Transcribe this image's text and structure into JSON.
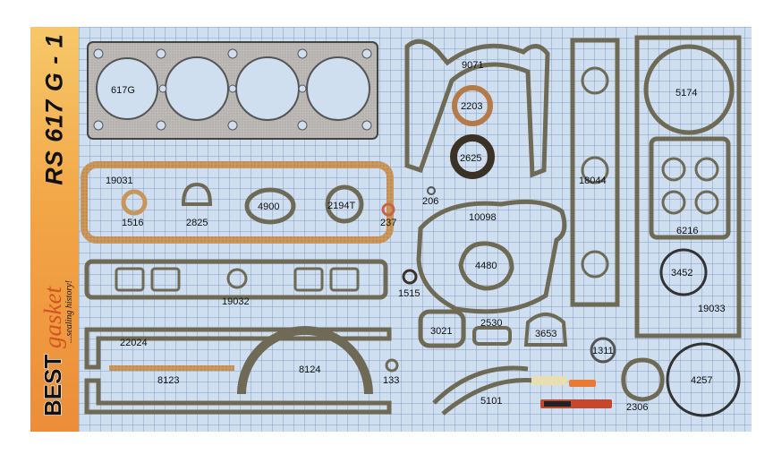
{
  "kit": {
    "code": "RS 617 G - 1",
    "brand": "BEST",
    "brand_suffix": "gasket",
    "tagline": "...sealing history!"
  },
  "colors": {
    "background_grid": "#cfdff0",
    "band_top": "#f6c86a",
    "band_bottom": "#ec8d3a",
    "gasket_brown": "#6f6a55",
    "cork": "#c8955a",
    "head_gasket": "#b8b6b4"
  },
  "parts": {
    "p617g": "617G",
    "p9071": "9071",
    "p5174": "5174",
    "p2203": "2203",
    "p2625": "2625",
    "p19031": "19031",
    "p1516": "1516",
    "p2825": "2825",
    "p4900": "4900",
    "p2194t": "2194T",
    "p237": "237",
    "p206": "206",
    "p18044": "18044",
    "p10098": "10098",
    "p6216": "6216",
    "p4480": "4480",
    "p3452": "3452",
    "p1515": "1515",
    "p19032": "19032",
    "p19033": "19033",
    "p22024": "22024",
    "p3021": "3021",
    "p2530": "2530",
    "p3653": "3653",
    "p1311": "1311",
    "p8123": "8123",
    "p8124": "8124",
    "p133": "133",
    "p4257": "4257",
    "p5101": "5101",
    "p2306": "2306"
  }
}
